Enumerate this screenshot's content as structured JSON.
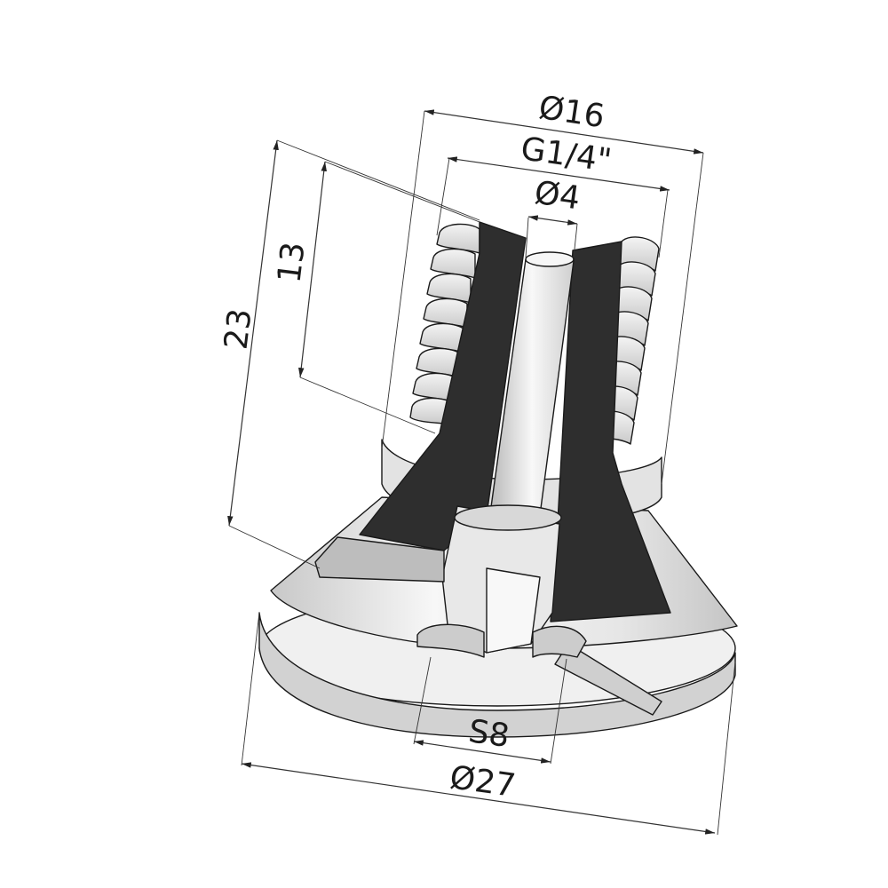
{
  "drawing": {
    "dimensions": {
      "outer_thread_diameter": "Ø16",
      "thread_size": "G1/4\"",
      "bore_diameter": "Ø4",
      "thread_length": "13",
      "total_height": "23",
      "hex_size": "S8",
      "base_diameter": "Ø27"
    },
    "colors": {
      "section": "#2e2e2e",
      "metal_light": "#f2f2f2",
      "metal_mid": "#d9d9d9",
      "metal_dark": "#bcbcbc",
      "line": "#1a1a1a"
    }
  }
}
